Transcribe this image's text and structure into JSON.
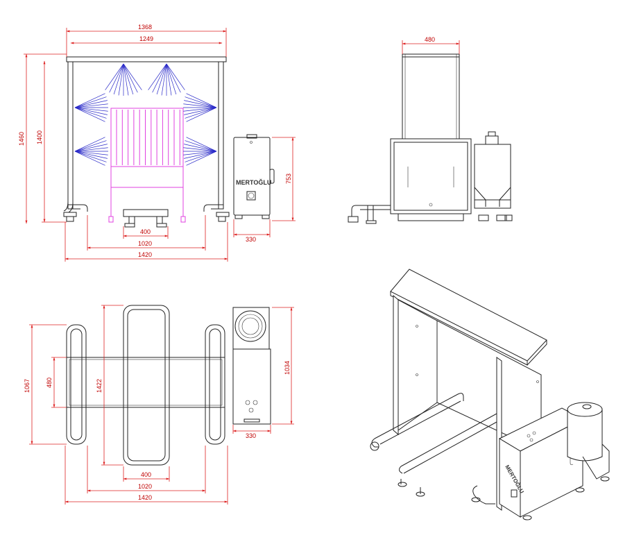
{
  "brand_label": "MERTOĞLU",
  "front_view": {
    "overall_width": "1368",
    "inner_width": "1249",
    "overall_height": "1460",
    "inner_height": "1400",
    "base_inner_width": "400",
    "base_mid_width": "1020",
    "base_outer_width": "1420",
    "unit_height": "753",
    "unit_width": "330"
  },
  "side_view": {
    "top_width": "480"
  },
  "top_view": {
    "depth_outer": "1067",
    "depth_frame": "480",
    "rail_length": "1422",
    "unit_depth": "1034",
    "unit_width": "330",
    "base_inner_width": "400",
    "base_mid_width": "1020",
    "base_outer_width": "1420"
  },
  "colors": {
    "dimension": "#c00000",
    "spray": "#2828c8",
    "panel": "#e040e0",
    "line": "#222222"
  }
}
